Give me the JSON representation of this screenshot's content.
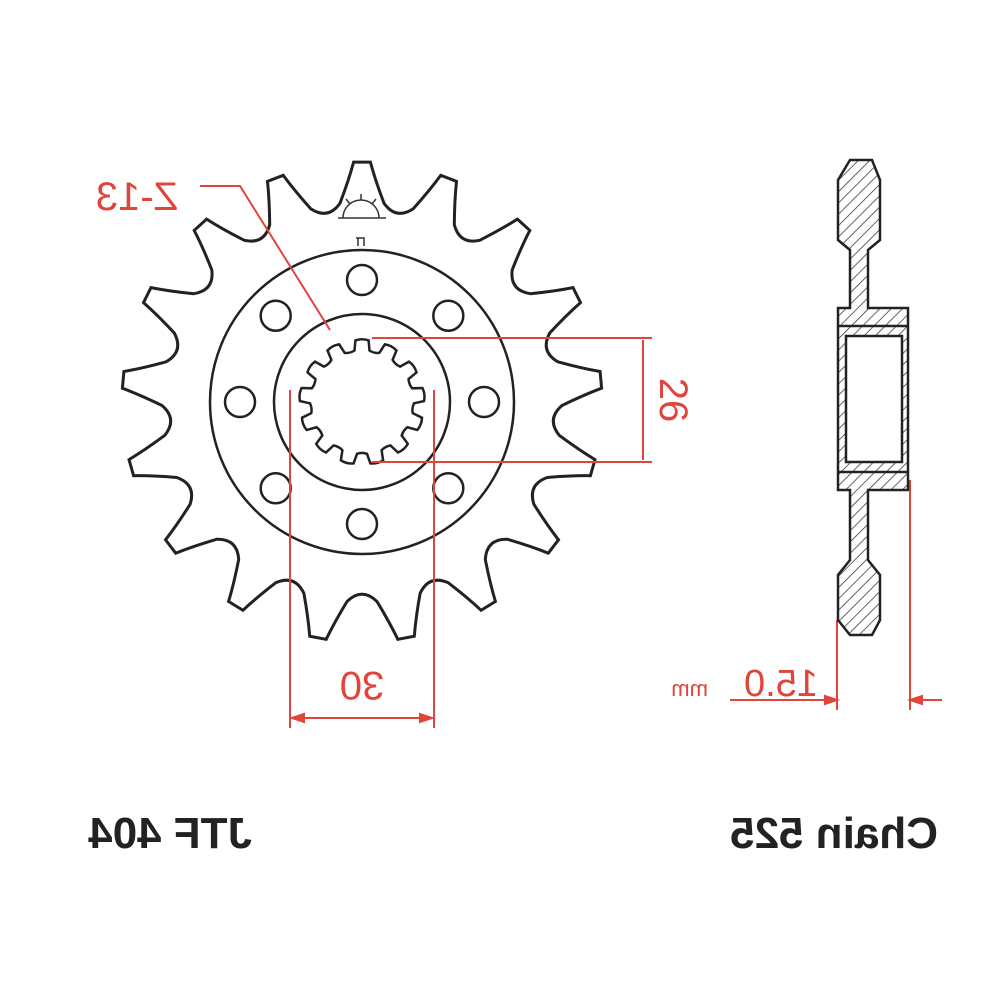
{
  "part_number": "JTF 404",
  "chain": "Chain 525",
  "teeth_label": "Z-13",
  "spline_diameter": "26",
  "bolt_span": "30",
  "thickness": "15.0",
  "thickness_unit": "mm",
  "sprocket": {
    "teeth": 17,
    "bolt_holes": 8,
    "splines": 13
  },
  "colors": {
    "outline": "#222222",
    "dimension": "#e0443a"
  }
}
